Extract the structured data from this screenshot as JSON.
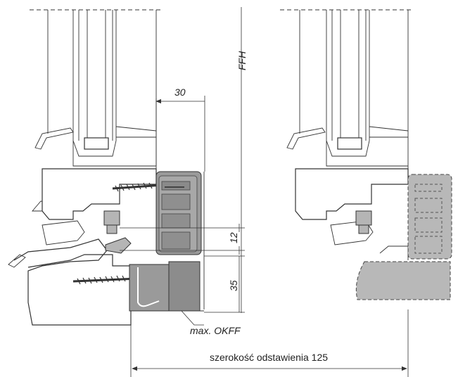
{
  "labels": {
    "ffh": "FFH",
    "dim_30": "30",
    "dim_12": "12",
    "dim_35": "35",
    "max_okff": "max. OKFF",
    "width": "szerokość odstawienia 125"
  }
}
